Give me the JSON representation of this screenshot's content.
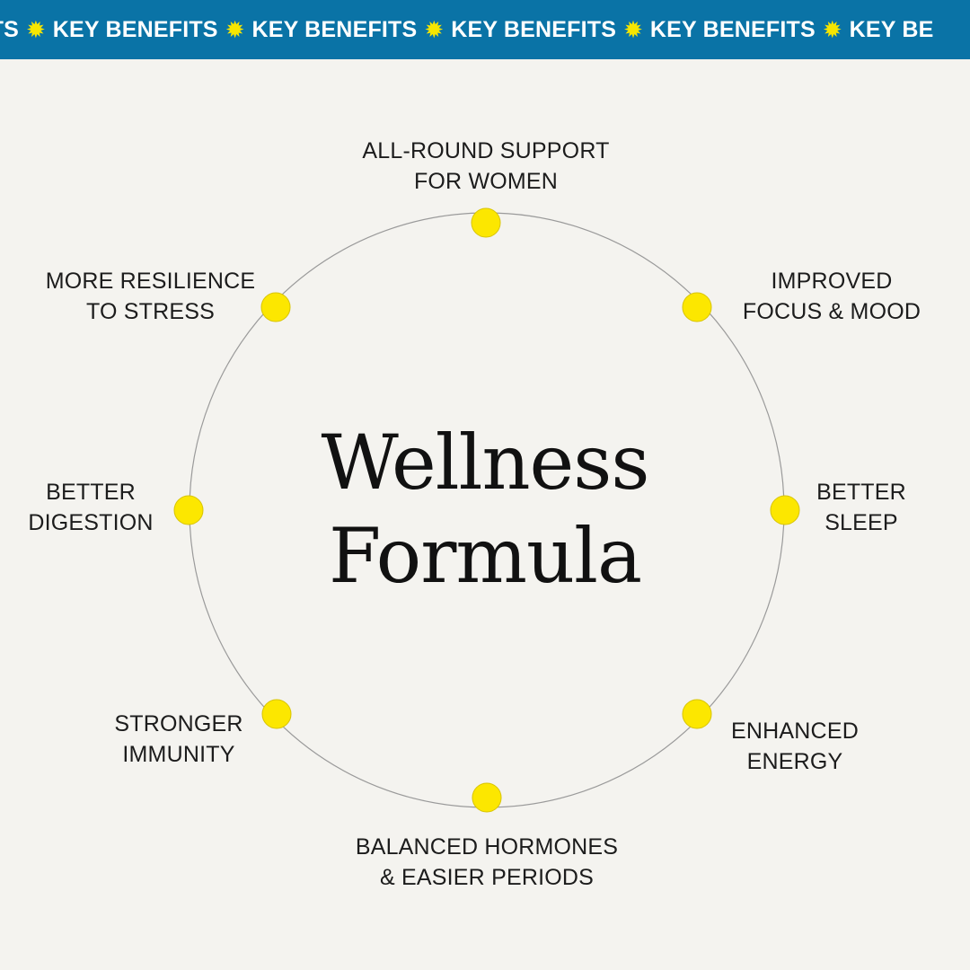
{
  "banner": {
    "items": [
      {
        "text": "FITS"
      },
      {
        "text": "KEY BENEFITS"
      },
      {
        "text": "KEY BENEFITS"
      },
      {
        "text": "KEY BENEFITS"
      },
      {
        "text": "KEY BENEFITS"
      },
      {
        "text": "KEY BE"
      }
    ],
    "star_icon": "sparkle-icon",
    "background_color": "#0a73a6",
    "star_color": "#f7e600"
  },
  "diagram": {
    "title_line1": "Wellness",
    "title_line2": "Formula",
    "node_color": "#fce700",
    "ring_color": "#9a9a9a",
    "benefits": [
      {
        "line1": "ALL-ROUND SUPPORT",
        "line2": "FOR WOMEN"
      },
      {
        "line1": "IMPROVED",
        "line2": "FOCUS & MOOD"
      },
      {
        "line1": "BETTER",
        "line2": "SLEEP"
      },
      {
        "line1": "ENHANCED",
        "line2": "ENERGY"
      },
      {
        "line1": "BALANCED HORMONES",
        "line2": "& EASIER PERIODS"
      },
      {
        "line1": "STRONGER",
        "line2": "IMMUNITY"
      },
      {
        "line1": "BETTER",
        "line2": "DIGESTION"
      },
      {
        "line1": "MORE RESILIENCE",
        "line2": "TO STRESS"
      }
    ]
  }
}
